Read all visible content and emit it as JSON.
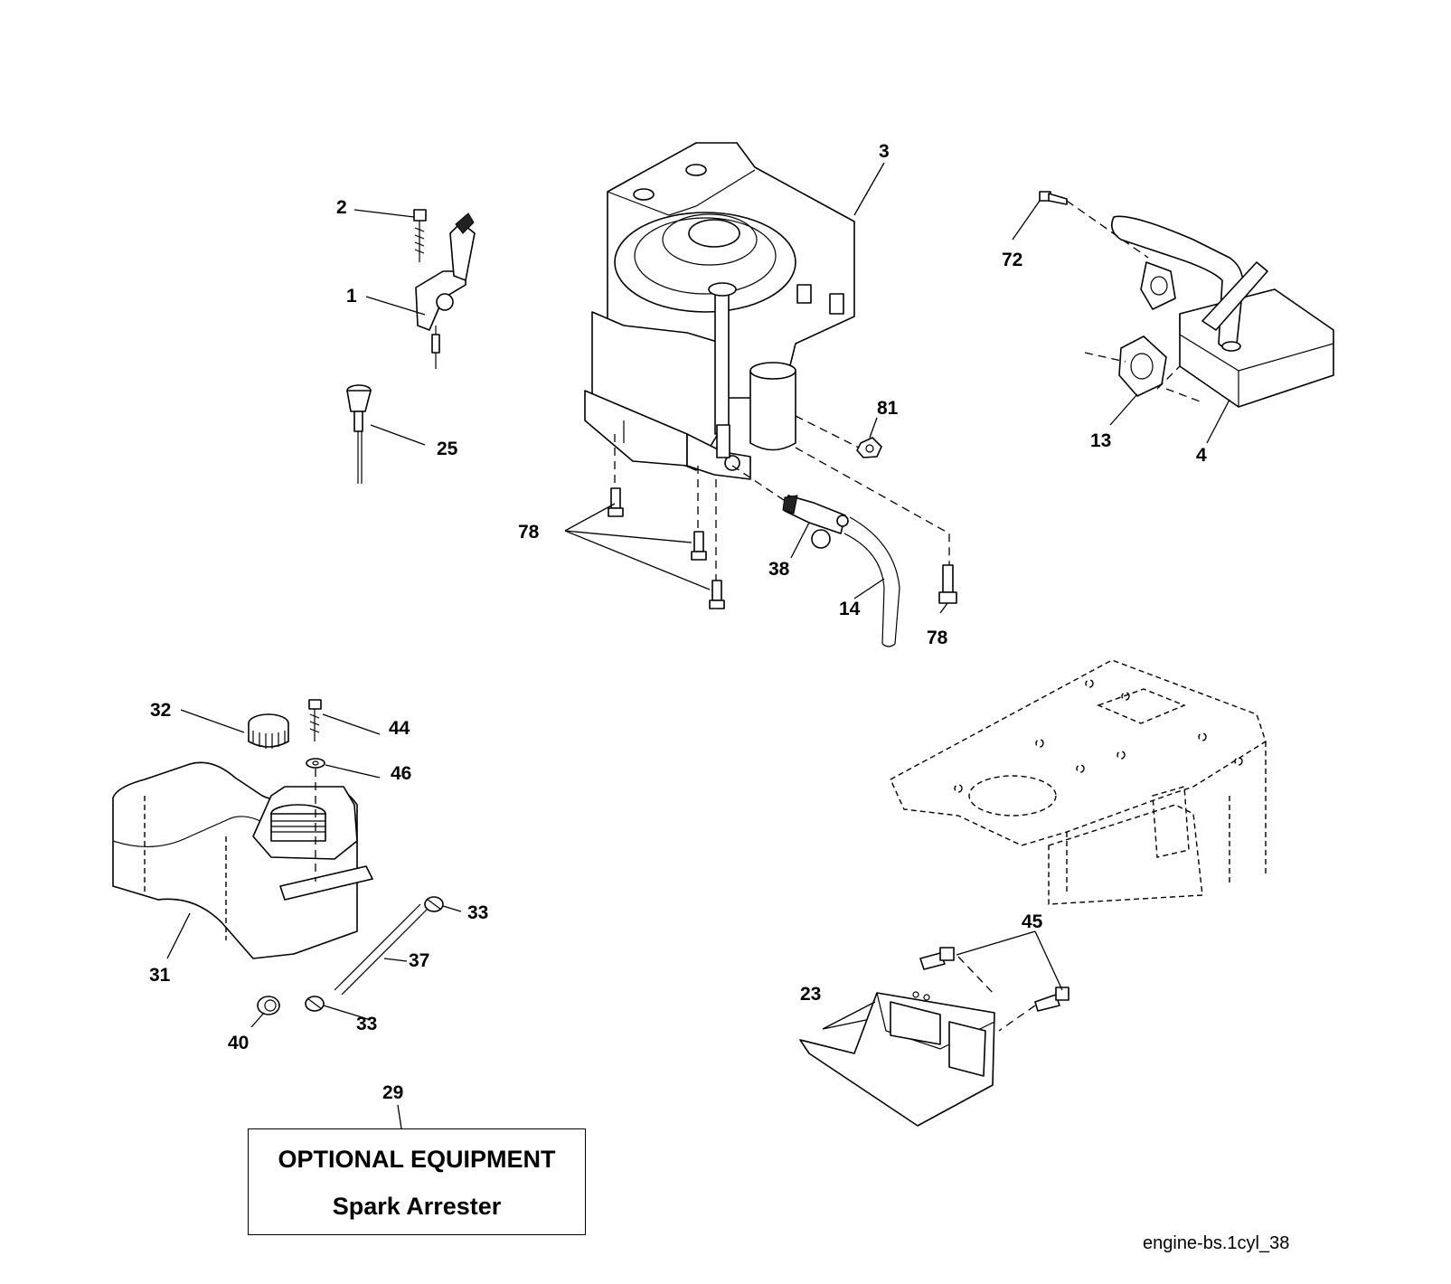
{
  "callouts": [
    "1",
    "2",
    "3",
    "4",
    "13",
    "14",
    "23",
    "25",
    "29",
    "31",
    "32",
    "33",
    "33",
    "37",
    "38",
    "40",
    "44",
    "45",
    "46",
    "72",
    "78",
    "78",
    "81"
  ],
  "optional_box": {
    "line1": "OPTIONAL EQUIPMENT",
    "line2": "Spark Arrester"
  },
  "file_reference": "engine-bs.1cyl_38"
}
